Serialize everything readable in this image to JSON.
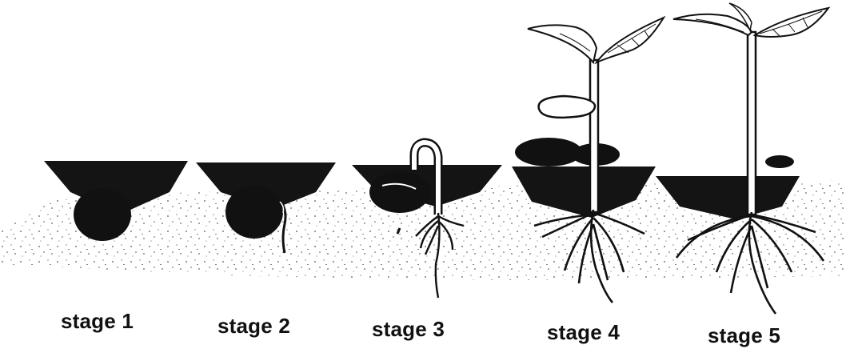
{
  "stages": [
    {
      "label": "stage 1"
    },
    {
      "label": "stage 2"
    },
    {
      "label": "stage 3"
    },
    {
      "label": "stage 4"
    },
    {
      "label": "stage 5"
    }
  ],
  "colors": {
    "ink": "#111111",
    "soil_speckle": "#555555",
    "background": "#ffffff"
  }
}
